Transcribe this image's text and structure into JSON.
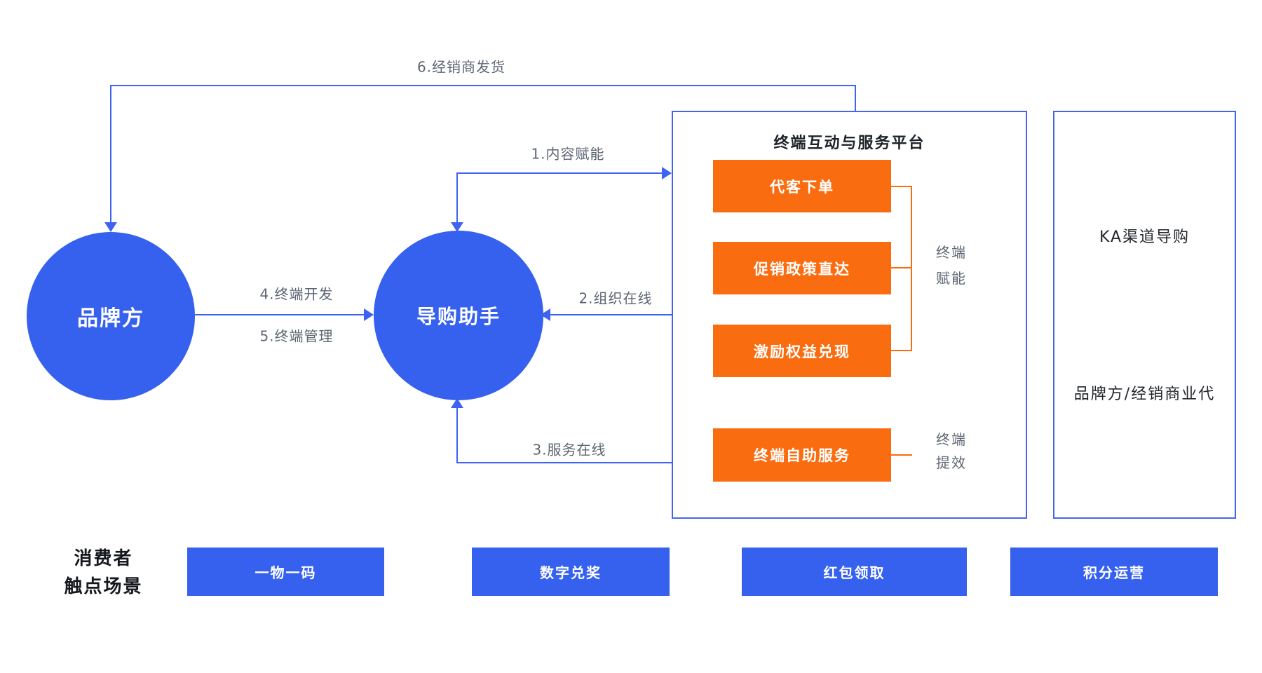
{
  "diagram": {
    "nodes": {
      "brand": "品牌方",
      "guide": "导购助手"
    },
    "edge_labels": {
      "e1": "1.内容赋能",
      "e2": "2.组织在线",
      "e3": "3.服务在线",
      "e4": "4.终端开发",
      "e5": "5.终端管理",
      "e6": "6.经销商发货"
    },
    "platform": {
      "title": "终端互动与服务平台",
      "modules": [
        "代客下单",
        "促销政策直达",
        "激励权益兑现",
        "终端自助服务"
      ],
      "bracket_labels": {
        "empower_line1": "终端",
        "empower_line2": "赋能",
        "efficiency_line1": "终端",
        "efficiency_line2": "提效"
      }
    },
    "ka_panel": {
      "top_label": "KA渠道导购",
      "bottom_label": "品牌方/经销商业代"
    },
    "consumer": {
      "heading_line1": "消费者",
      "heading_line2": "触点场景",
      "scenes": [
        "一物一码",
        "数字兑奖",
        "红包领取",
        "积分运营"
      ]
    },
    "colors": {
      "node_blue": "#3561EE",
      "line_blue": "#3E62F2",
      "orange": "#FA6C10",
      "gray_label": "#5E6673",
      "dark_text": "#1F232A"
    }
  }
}
